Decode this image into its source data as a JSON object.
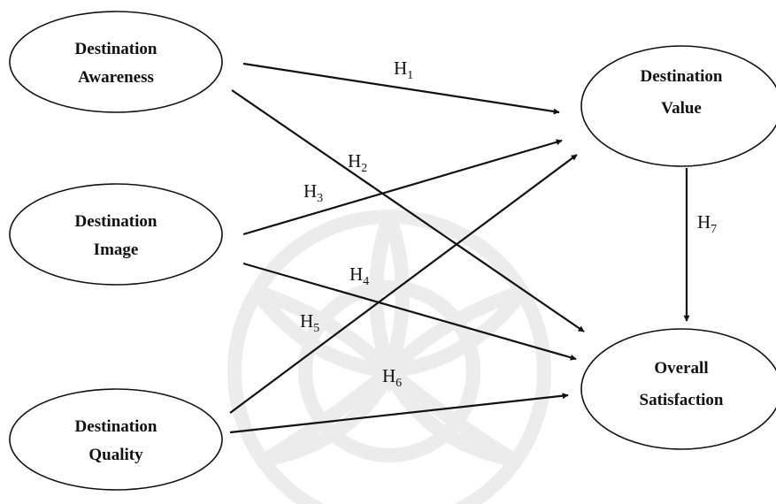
{
  "nodes": [
    {
      "id": "awareness",
      "line1": "Destination",
      "line2": "Awareness"
    },
    {
      "id": "image",
      "line1": "Destination",
      "line2": "Image"
    },
    {
      "id": "quality",
      "line1": "Destination",
      "line2": "Quality"
    },
    {
      "id": "value",
      "line1": "Destination",
      "line2": "Value"
    },
    {
      "id": "satisfaction",
      "line1": "Overall",
      "line2": "Satisfaction"
    }
  ],
  "hypotheses": [
    {
      "id": "h1",
      "letter": "H",
      "sub": "1",
      "from": "awareness",
      "to": "value"
    },
    {
      "id": "h2",
      "letter": "H",
      "sub": "2",
      "from": "awareness",
      "to": "satisfaction"
    },
    {
      "id": "h3",
      "letter": "H",
      "sub": "3",
      "from": "image",
      "to": "value"
    },
    {
      "id": "h4",
      "letter": "H",
      "sub": "4",
      "from": "image",
      "to": "satisfaction"
    },
    {
      "id": "h5",
      "letter": "H",
      "sub": "5",
      "from": "quality",
      "to": "value"
    },
    {
      "id": "h6",
      "letter": "H",
      "sub": "6",
      "from": "quality",
      "to": "satisfaction"
    },
    {
      "id": "h7",
      "letter": "H",
      "sub": "7",
      "from": "value",
      "to": "satisfaction"
    }
  ]
}
